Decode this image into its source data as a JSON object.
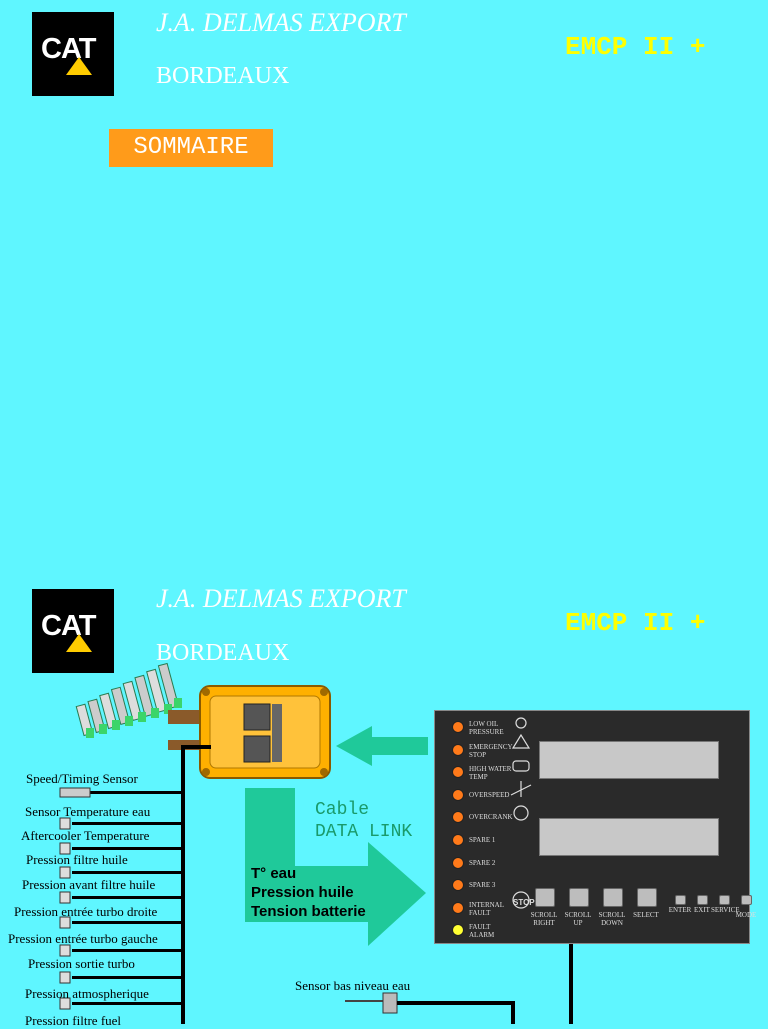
{
  "slide_top": {
    "logo": "CAT",
    "title": "J.A. DELMAS EXPORT",
    "city": "BORDEAUX",
    "product": "EMCP II +",
    "button": "SOMMAIRE"
  },
  "slide_bottom": {
    "logo": "CAT",
    "title": "J.A. DELMAS EXPORT",
    "city": "BORDEAUX",
    "product": "EMCP II +",
    "cable_label": [
      "Cable",
      "DATA LINK"
    ],
    "arrow_lines": [
      "T° eau",
      "Pression huile",
      "Tension batterie"
    ],
    "sensor_water_level": "Sensor bas niveau eau",
    "sensors": [
      "Speed/Timing Sensor",
      "Sensor Temperature eau",
      "Aftercooler Temperature",
      "Pression filtre huile",
      "Pression avant filtre huile",
      "Pression entrée turbo droite",
      "Pression entrée turbo gauche",
      "Pression sortie turbo",
      "Pression atmospherique",
      "Pression filtre fuel"
    ],
    "panel": {
      "alarms": [
        {
          "label": [
            "LOW OIL",
            "PRESSURE"
          ],
          "color": "#ff7a1a"
        },
        {
          "label": [
            "EMERGENCY",
            "STOP"
          ],
          "color": "#ff7a1a"
        },
        {
          "label": [
            "HIGH WATER",
            "TEMP"
          ],
          "color": "#ff7a1a"
        },
        {
          "label": [
            "OVERSPEED"
          ],
          "color": "#ff7a1a"
        },
        {
          "label": [
            "OVERCRANK"
          ],
          "color": "#ff7a1a"
        },
        {
          "label": [
            "SPARE 1"
          ],
          "color": "#ff7a1a"
        },
        {
          "label": [
            "SPARE 2"
          ],
          "color": "#ff7a1a"
        },
        {
          "label": [
            "SPARE 3"
          ],
          "color": "#ff7a1a"
        },
        {
          "label": [
            "INTERNAL",
            "FAULT"
          ],
          "color": "#ff7a1a"
        },
        {
          "label": [
            "FAULT",
            "ALARM"
          ],
          "color": "#ffff33"
        }
      ],
      "buttons": [
        [
          "SCROLL",
          "RIGHT"
        ],
        [
          "SCROLL",
          "UP"
        ],
        [
          "SCROLL",
          "DOWN"
        ],
        [
          "SELECT"
        ]
      ],
      "small_buttons": [
        "ENTER",
        "EXIT",
        "SERVICE",
        "MODE"
      ]
    }
  },
  "colors": {
    "background": "#5ff6ff",
    "accent_yellow": "#ffff00",
    "sommaire": "#ff9b1a",
    "arrow_green": "#1fc99a",
    "ecm_orange": "#ffb000"
  }
}
